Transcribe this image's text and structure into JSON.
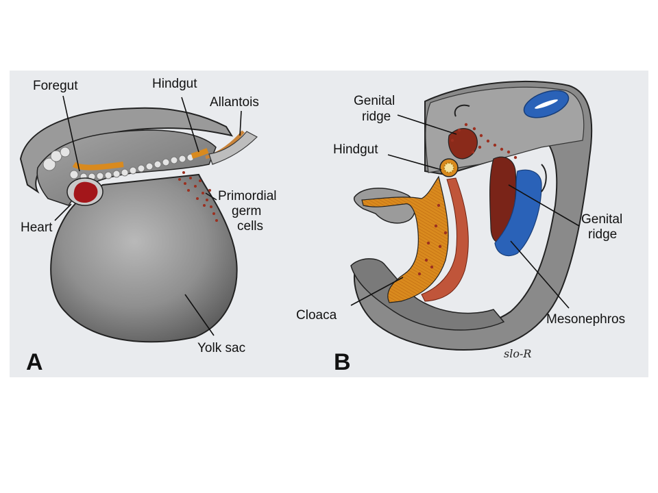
{
  "colors": {
    "background_panel": "#e9ebee",
    "embryo_gray": "#8c8c8c",
    "gut_orange": "#d98a1e",
    "heart_red": "#a3161a",
    "germ_cells": "#9b3020",
    "mesonephros_blue": "#2a62b8"
  },
  "panel_a": {
    "letter": "A",
    "labels": {
      "foregut": "Foregut",
      "hindgut": "Hindgut",
      "allantois": "Allantois",
      "primordial_1": "Primordial",
      "primordial_2": "germ",
      "primordial_3": "cells",
      "heart": "Heart",
      "yolk_sac": "Yolk sac"
    }
  },
  "panel_b": {
    "letter": "B",
    "labels": {
      "genital_ridge_top_1": "Genital",
      "genital_ridge_top_2": "ridge",
      "hindgut": "Hindgut",
      "genital_ridge_right_1": "Genital",
      "genital_ridge_right_2": "ridge",
      "cloaca": "Cloaca",
      "mesonephros": "Mesonephros"
    },
    "signature": "slo-R"
  }
}
